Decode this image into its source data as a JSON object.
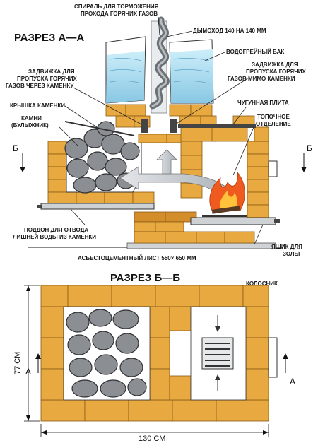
{
  "colors": {
    "brick": "#e8a941",
    "stone": "#8b8f94",
    "water": "#a9dcef",
    "fire": "#ef5a1e",
    "gas": "#c9ced3"
  },
  "section_aa": {
    "title": "РАЗРЕЗ А—А",
    "labels": {
      "spiral": "СПИРАЛЬ ДЛЯ ТОРМОЖЕНИЯ",
      "spiral2": "ПРОХОДА ГОРЯЧИХ ГАЗОВ",
      "chimney": "ДЫМОХОД 140 НА 140 мм",
      "tank": "ВОДОГРЕЙНЫЙ БАК",
      "valve_left1": "ЗАДВИЖКА ДЛЯ",
      "valve_left2": "ПРОПУСКА ГОРЯЧИХ",
      "valve_left3": "ГАЗОВ ЧЕРЕЗ КАМЕНКУ",
      "valve_right1": "ЗАДВИЖКА ДЛЯ",
      "valve_right2": "ПРОПУСКА ГОРЯЧИХ",
      "valve_right3": "ГАЗОВ МИМО КАМЕНКИ",
      "lid": "КРЫШКА КАМЕНКИ",
      "stones1": "КАМНИ",
      "stones2": "(БУЛЫЖНИК)",
      "plate": "ЧУГУННАЯ ПЛИТА",
      "firebox1": "ТОПОЧНОЕ",
      "firebox2": "ОТДЕЛЕНИЕ",
      "tray1": "ПОДДОН ДЛЯ ОТВОДА",
      "tray2": "ЛИШНЕЙ ВОДЫ ИЗ КАМЕНКИ",
      "sheet": "АСБЕСТОЦЕМЕНТНЫЙ ЛИСТ 550× 650 мм",
      "ash1": "ЯЩИК ДЛЯ",
      "ash2": "ЗОЛЫ",
      "b_left": "Б",
      "b_right": "Б"
    }
  },
  "section_bb": {
    "title": "РАЗРЕЗ Б—Б",
    "grate": "КОЛОСНИК",
    "height": "77 СМ",
    "width": "130 СМ",
    "a_left": "А",
    "a_right": "А"
  }
}
